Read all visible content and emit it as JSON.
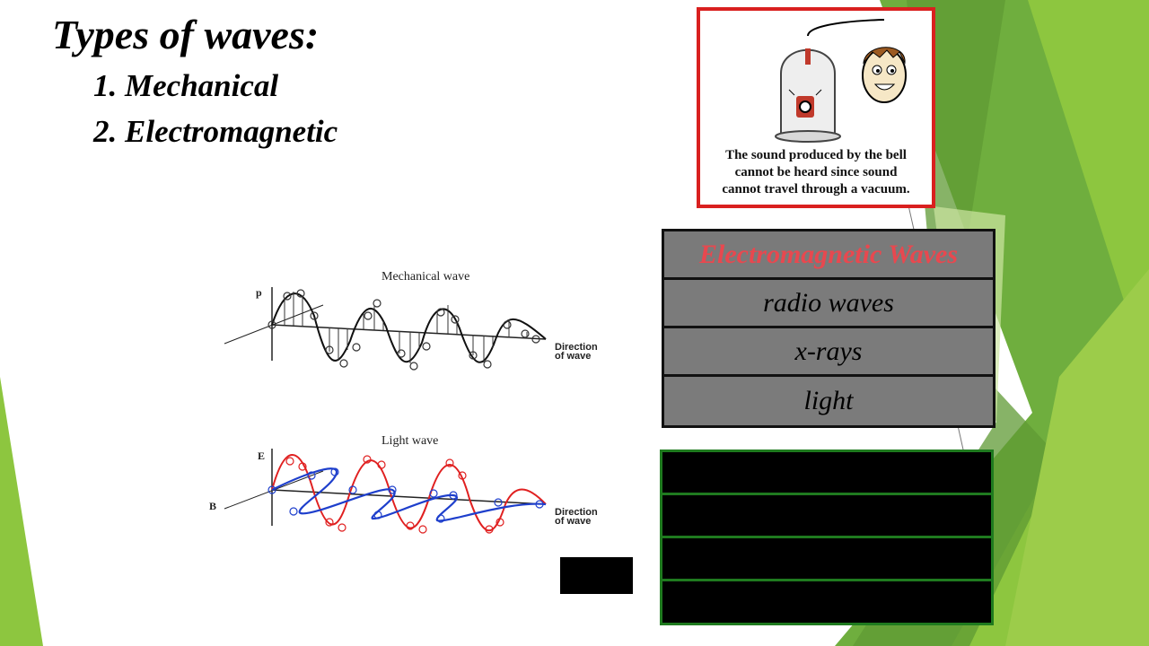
{
  "slide": {
    "title": "Types of waves:",
    "list": [
      "1. Mechanical",
      "2. Electromagnetic"
    ]
  },
  "cartoon": {
    "caption_lines": [
      "The sound produced by the bell",
      "cannot be heard since sound",
      "cannot travel through a vacuum."
    ],
    "border_color": "#d9201f"
  },
  "diagram": {
    "mechanical_title": "Mechanical wave",
    "light_title": "Light wave",
    "axis_p": "p",
    "axis_e": "E",
    "axis_b": "B",
    "direction_line1": "Direction",
    "direction_line2": "of wave"
  },
  "em_table": {
    "header": "Electromagnetic Waves",
    "rows": [
      "radio waves",
      "x-rays",
      "light"
    ]
  },
  "colors": {
    "accent_green": "#8dc63f",
    "dark_green": "#5f9a34",
    "header_text": "#e8484f",
    "table_border_green": "#1f7a1f"
  }
}
